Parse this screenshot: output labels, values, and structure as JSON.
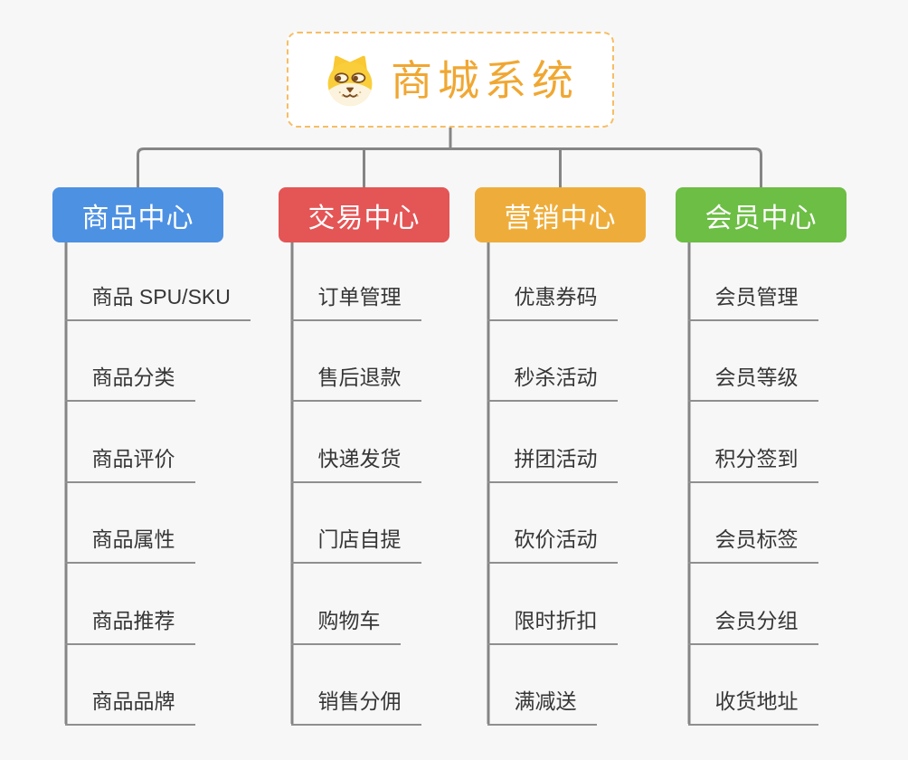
{
  "root": {
    "title": "商城系统",
    "icon": "dog-face"
  },
  "branches": [
    {
      "label": "商品中心",
      "color": "#4d91e3",
      "children": [
        "商品 SPU/SKU",
        "商品分类",
        "商品评价",
        "商品属性",
        "商品推荐",
        "商品品牌"
      ]
    },
    {
      "label": "交易中心",
      "color": "#e45555",
      "children": [
        "订单管理",
        "售后退款",
        "快递发货",
        "门店自提",
        "购物车",
        "销售分佣"
      ]
    },
    {
      "label": "营销中心",
      "color": "#eead3b",
      "children": [
        "优惠券码",
        "秒杀活动",
        "拼团活动",
        "砍价活动",
        "限时折扣",
        "满减送"
      ]
    },
    {
      "label": "会员中心",
      "color": "#6cbe44",
      "children": [
        "会员管理",
        "会员等级",
        "积分签到",
        "会员标签",
        "会员分组",
        "收货地址"
      ]
    }
  ],
  "colors": {
    "root_title": "#f0a732",
    "root_border": "#f6be65",
    "connector_line": "#858585",
    "leaf_underline": "#8f8f8f",
    "leaf_text": "#363636",
    "background": "#f7f7f7"
  }
}
